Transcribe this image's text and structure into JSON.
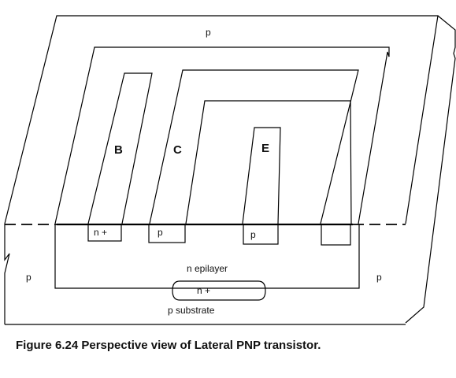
{
  "labels": {
    "top_p": "p",
    "base": "B",
    "collector": "C",
    "emitter": "E",
    "base_contact": "n +",
    "collector_contact": "p",
    "emitter_contact": "p",
    "left_p": "p",
    "right_p": "p",
    "epilayer": "n epilayer",
    "buried_layer": "n +",
    "substrate": "p substrate"
  },
  "caption": "Figure 6.24   Perspective view of Lateral PNP transistor."
}
